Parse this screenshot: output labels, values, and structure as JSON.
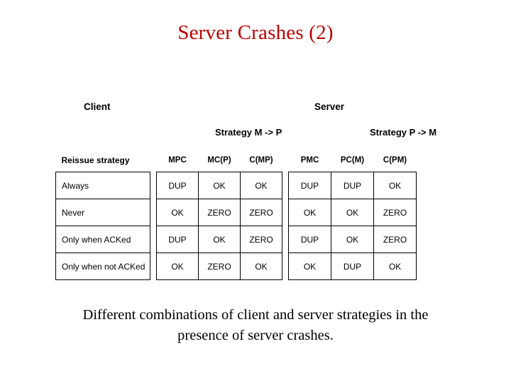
{
  "slide": {
    "title": "Server Crashes (2)",
    "caption_line1": "Different combinations of client and server strategies in the",
    "caption_line2": "presence of server crashes.",
    "labels": {
      "client": "Client",
      "server": "Server",
      "strategy_m_to_p": "Strategy M -> P",
      "strategy_p_to_m": "Strategy P -> M",
      "reissue_strategy": "Reissue strategy"
    },
    "table": {
      "column_headers": [
        "MPC",
        "MC(P)",
        "C(MP)",
        "PMC",
        "PC(M)",
        "C(PM)"
      ],
      "rows": [
        {
          "label": "Always",
          "values": [
            "DUP",
            "OK",
            "OK",
            "DUP",
            "DUP",
            "OK"
          ]
        },
        {
          "label": "Never",
          "values": [
            "OK",
            "ZERO",
            "ZERO",
            "OK",
            "OK",
            "ZERO"
          ]
        },
        {
          "label": "Only when ACKed",
          "values": [
            "DUP",
            "OK",
            "ZERO",
            "DUP",
            "OK",
            "ZERO"
          ]
        },
        {
          "label": "Only when not ACKed",
          "values": [
            "OK",
            "ZERO",
            "OK",
            "OK",
            "DUP",
            "OK"
          ]
        }
      ]
    }
  }
}
